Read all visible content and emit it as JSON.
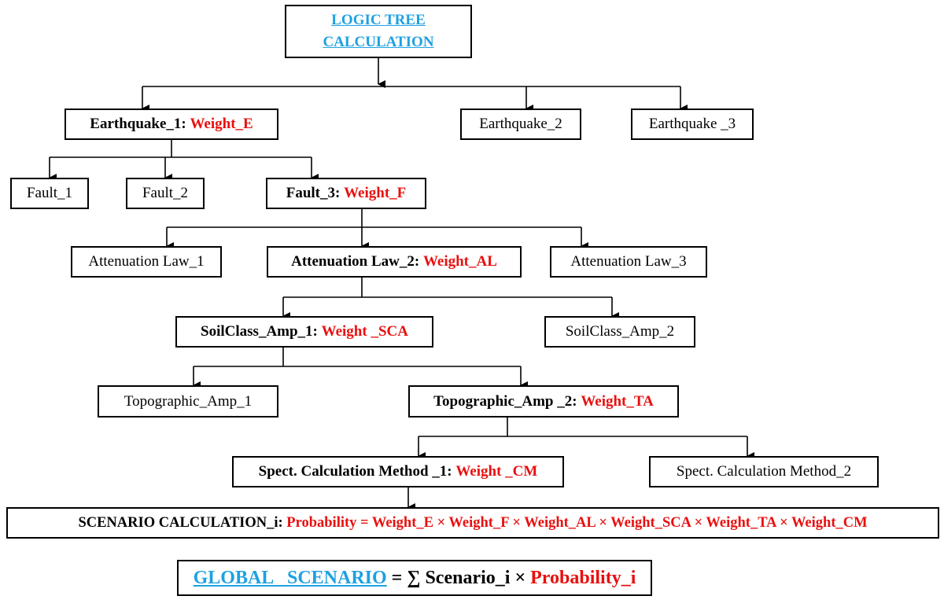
{
  "root": {
    "line1": "LOGIC TREE",
    "line2": "CALCULATION"
  },
  "earthquakes": {
    "e1_label": "Earthquake_1:",
    "e1_weight": "Weight_E",
    "e2": "Earthquake_2",
    "e3": "Earthquake _3"
  },
  "faults": {
    "f1": "Fault_1",
    "f2": "Fault_2",
    "f3_label": "Fault_3:",
    "f3_weight": "Weight_F"
  },
  "attenuation": {
    "a1": "Attenuation Law_1",
    "a2_label": "Attenuation Law_2:",
    "a2_weight": "Weight_AL",
    "a3": "Attenuation Law_3"
  },
  "soil": {
    "s1_label": "SoilClass_Amp_1:",
    "s1_weight": "Weight _SCA",
    "s2": "SoilClass_Amp_2"
  },
  "topo": {
    "t1": "Topographic_Amp_1",
    "t2_label": "Topographic_Amp _2:",
    "t2_weight": "Weight_TA"
  },
  "spect": {
    "m1_label": "Spect. Calculation Method _1:",
    "m1_weight": "Weight _CM",
    "m2": "Spect. Calculation Method_2"
  },
  "scenario": {
    "label": "SCENARIO CALCULATION_i:",
    "formula": "Probability = Weight_E × Weight_F × Weight_AL × Weight_SCA × Weight_TA × Weight_CM"
  },
  "global": {
    "link": "GLOBAL   SCENARIO",
    "middle": " = ∑ Scenario_i × ",
    "prob": "Probability_i"
  },
  "colors": {
    "weight_red": "#e8100f",
    "link_blue": "#1ea1e0",
    "line": "#000000"
  }
}
